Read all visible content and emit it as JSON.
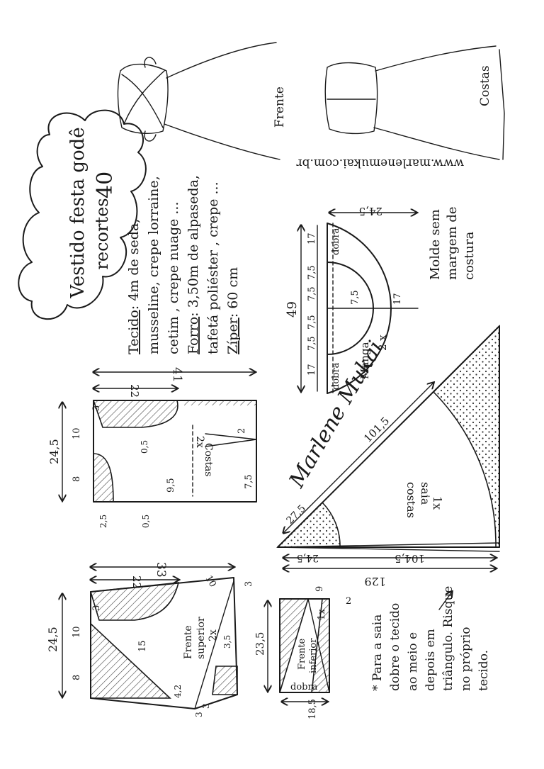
{
  "title_card": {
    "line1": "Vestido festa godê",
    "line2": "recortes",
    "number": "40"
  },
  "materials": {
    "fabric_label": "Tecido",
    "fabric_value": ": 4m de seda,",
    "line2": "musseline, crepe lorraine,",
    "line3": "cetim , crepe nuage ...",
    "lining_label": "Forro",
    "lining_value": ": 3,50m de alpaseda,",
    "line5": "tafetá poliéster , crepe ...",
    "zipper_label": "Zíper",
    "zipper_value": ": 60 cm"
  },
  "illustration": {
    "front_label": "Frente",
    "back_label": "Costas",
    "website": "www.marlenemukai.com.br"
  },
  "note_seam": {
    "line1": "Molde sem",
    "line2": "margem de",
    "line3": "costura"
  },
  "sleeve_piece": {
    "label": "Manga",
    "count": "2 x",
    "fold_left": "dobra",
    "fold_right": "dobra",
    "dim_total": "49",
    "dim_top": "24,5",
    "dims_row": [
      "17",
      "7,5",
      "7,5",
      "7,5",
      "7,5",
      "17"
    ],
    "radius_inner": "7,5",
    "radius_outer": "17"
  },
  "back_piece": {
    "label": "Costas",
    "count": "2x",
    "dim_41": "41",
    "dim_22": "22",
    "dim_245": "24,5",
    "dim_3": "3",
    "dim_10": "10",
    "dim_8": "8",
    "dim_05a": "0,5",
    "dim_2": "2",
    "dim_95": "9,5",
    "dim_75": "7,5",
    "dim_25": "2,5",
    "dim_05b": "0,5"
  },
  "skirt_piece": {
    "label": "saia",
    "label2": "costas",
    "count": "1x",
    "dim_1015": "101,5",
    "dim_275": "27,5",
    "dim_1045": "104,5",
    "dim_129": "129",
    "dim_245": "24,5"
  },
  "front_upper_piece": {
    "label": "Frente",
    "label2": "superior",
    "count": "2x",
    "dim_33": "33",
    "dim_22": "22",
    "dim_10": "10",
    "dim_3a": "3",
    "dim_245": "24,5",
    "dim_3b": "3",
    "dim_10b": "10",
    "dim_15": "15",
    "dim_35": "3,5",
    "dim_8": "8",
    "dim_42": "4,2",
    "dim_3c": "3",
    "dim_3d": "3"
  },
  "front_lower_piece": {
    "label": "Frente",
    "label2": "inferior",
    "count": "1x",
    "dim_235": "23,5",
    "dim_9": "9",
    "dim_2": "2",
    "fold": "dobra",
    "dim_185": "18,5"
  },
  "skirt_note": {
    "line1": "* Para a saia",
    "line2": "dobre o tecido",
    "line3": "ao meio e",
    "line4": "depois em",
    "line5": "triângulo. Risque",
    "line6": "no próprio",
    "line7": "tecido."
  },
  "signature": "Marlene Mukai"
}
